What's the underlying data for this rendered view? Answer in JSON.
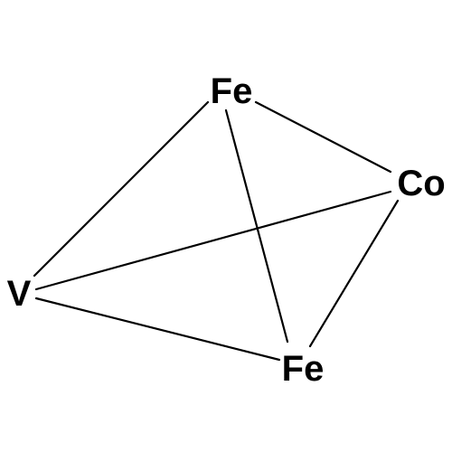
{
  "atoms": [
    {
      "id": "fe_top",
      "symbol": "Fe"
    },
    {
      "id": "co",
      "symbol": "Co"
    },
    {
      "id": "v",
      "symbol": "V"
    },
    {
      "id": "fe_bottom",
      "symbol": "Fe"
    }
  ],
  "bonds": [
    {
      "from": "fe_top",
      "to": "co"
    },
    {
      "from": "fe_top",
      "to": "v"
    },
    {
      "from": "fe_top",
      "to": "fe_bottom"
    },
    {
      "from": "co",
      "to": "v"
    },
    {
      "from": "co",
      "to": "fe_bottom"
    },
    {
      "from": "v",
      "to": "fe_bottom"
    }
  ],
  "colors": {
    "line": "#000000",
    "background": "#ffffff"
  }
}
